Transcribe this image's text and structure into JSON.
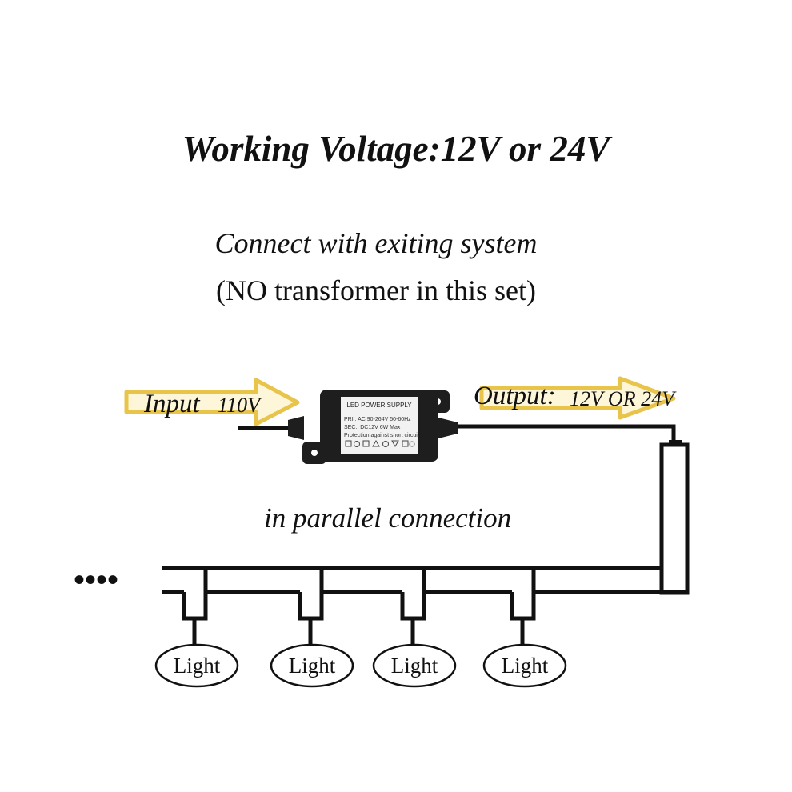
{
  "title": "Working Voltage:12V or 24V",
  "subtitle": "Connect with exiting system",
  "note": "(NO transformer in this set)",
  "input": {
    "label": "Input",
    "voltage": "110V"
  },
  "output": {
    "label": "Output:",
    "voltage": "12V OR 24V"
  },
  "power_supply": {
    "title": "LED POWER SUPPLY",
    "spec_pri": "PRI.: AC 90-264V  50-60Hz",
    "spec_sec": "SEC.: DC12V       6W Max",
    "spec_note": "Protection against short circuit"
  },
  "caption": "in parallel connection",
  "continuation": "••••",
  "lights": [
    "Light",
    "Light",
    "Light",
    "Light"
  ],
  "colors": {
    "arrow_fill": "#fdf6d8",
    "arrow_stroke": "#e8c44a",
    "wire": "#111111",
    "psu_body": "#1e1e1e"
  }
}
